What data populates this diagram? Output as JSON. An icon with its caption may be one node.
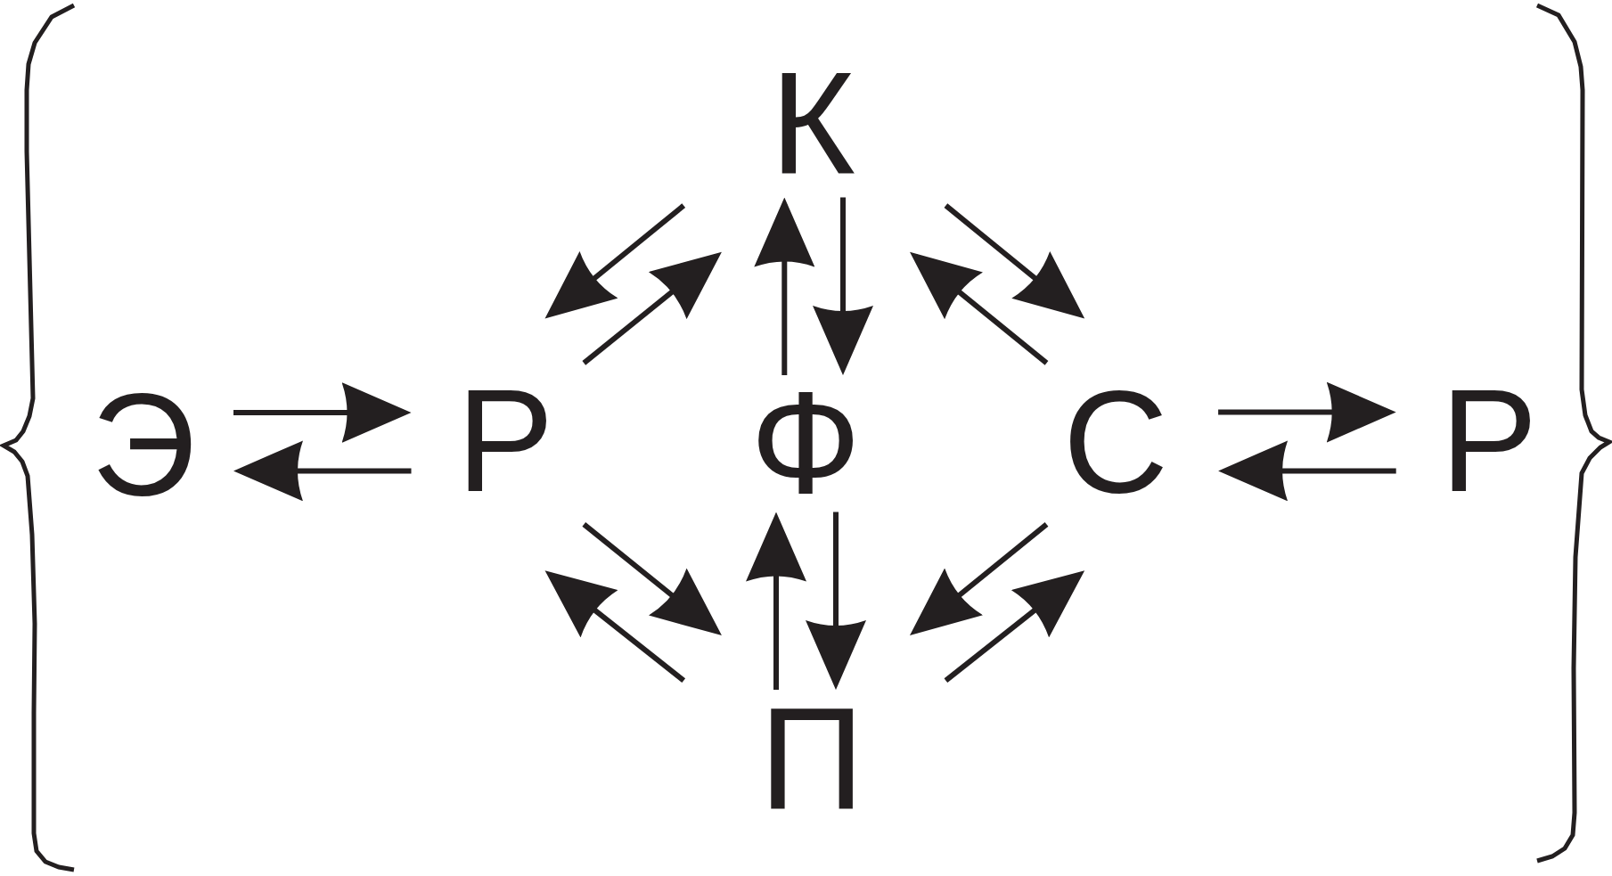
{
  "diagram": {
    "nodes": [
      {
        "text": [
          "К"
        ]
      },
      {
        "text": [
          "Э"
        ]
      },
      {
        "text": [
          "Р"
        ]
      },
      {
        "text": [
          "Ф"
        ]
      },
      {
        "text": [
          "С"
        ]
      },
      {
        "text": [
          "Р"
        ]
      },
      {
        "text": [
          "П"
        ]
      }
    ],
    "edges": [
      {
        "from": 1,
        "to": 2,
        "arrow": "to"
      },
      {
        "from": 2,
        "to": 1,
        "arrow": "to"
      },
      {
        "from": 2,
        "to": 0,
        "arrow": "to"
      },
      {
        "from": 0,
        "to": 2,
        "arrow": "to"
      },
      {
        "from": 3,
        "to": 0,
        "arrow": "to"
      },
      {
        "from": 0,
        "to": 3,
        "arrow": "to"
      },
      {
        "from": 0,
        "to": 4,
        "arrow": "to"
      },
      {
        "from": 4,
        "to": 0,
        "arrow": "to"
      },
      {
        "from": 4,
        "to": 5,
        "arrow": "to"
      },
      {
        "from": 5,
        "to": 4,
        "arrow": "to"
      },
      {
        "from": 2,
        "to": 6,
        "arrow": "to"
      },
      {
        "from": 6,
        "to": 2,
        "arrow": "to"
      },
      {
        "from": 6,
        "to": 3,
        "arrow": "to"
      },
      {
        "from": 3,
        "to": 6,
        "arrow": "to"
      },
      {
        "from": 4,
        "to": 6,
        "arrow": "to"
      },
      {
        "from": 6,
        "to": 4,
        "arrow": "to"
      }
    ]
  }
}
